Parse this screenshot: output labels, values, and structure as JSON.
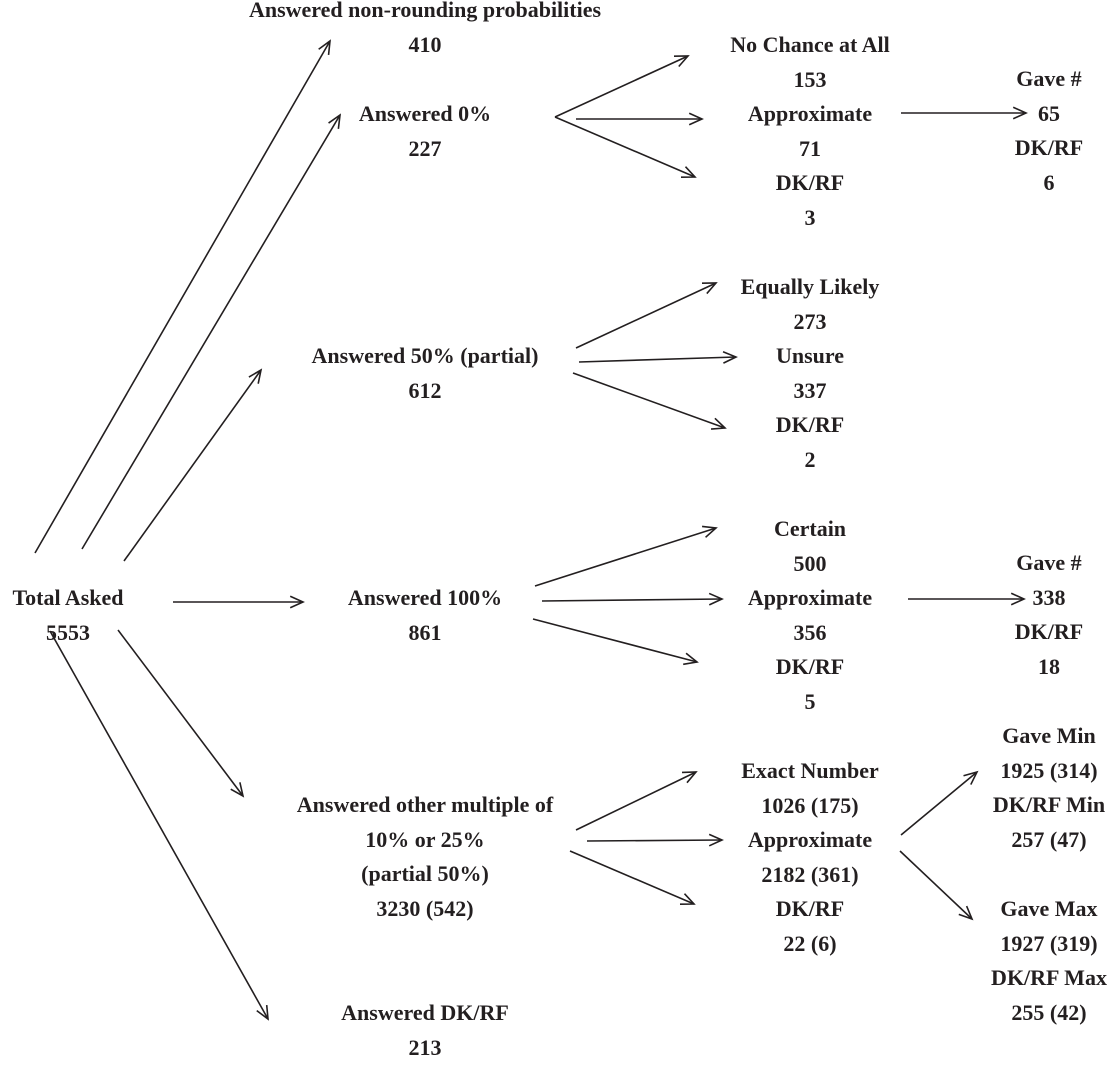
{
  "nodes": {
    "total": [
      "Total Asked",
      "5553"
    ],
    "nonround": [
      "Answered non-rounding probabilities",
      "410"
    ],
    "zero": [
      "Answered 0%",
      "227"
    ],
    "zero_nochance": [
      "No Chance at All",
      "153"
    ],
    "zero_approx": [
      "Approximate",
      "71"
    ],
    "zero_dkrf": [
      "DK/RF",
      "3"
    ],
    "zero_approx_out": [
      "Gave #",
      "65",
      "DK/RF",
      "6"
    ],
    "fifty": [
      "Answered 50% (partial)",
      "612"
    ],
    "fifty_equally": [
      "Equally Likely",
      "273"
    ],
    "fifty_unsure": [
      "Unsure",
      "337"
    ],
    "fifty_dkrf": [
      "DK/RF",
      "2"
    ],
    "hundred": [
      "Answered 100%",
      "861"
    ],
    "hundred_certain": [
      "Certain",
      "500"
    ],
    "hundred_approx": [
      "Approximate",
      "356"
    ],
    "hundred_dkrf": [
      "DK/RF",
      "5"
    ],
    "hundred_approx_out": [
      "Gave #",
      "338",
      "DK/RF",
      "18"
    ],
    "other": [
      "Answered other multiple of",
      "10% or 25%",
      "(partial 50%)",
      "3230 (542)"
    ],
    "other_exact": [
      "Exact Number",
      "1026 (175)"
    ],
    "other_approx": [
      "Approximate",
      "2182 (361)"
    ],
    "other_dkrf": [
      "DK/RF",
      "22 (6)"
    ],
    "other_min": [
      "Gave Min",
      "1925 (314)",
      "DK/RF Min",
      "257 (47)"
    ],
    "other_max": [
      "Gave Max",
      "1927 (319)",
      "DK/RF Max",
      "255 (42)"
    ],
    "dkrf": [
      "Answered DK/RF",
      "213"
    ]
  }
}
